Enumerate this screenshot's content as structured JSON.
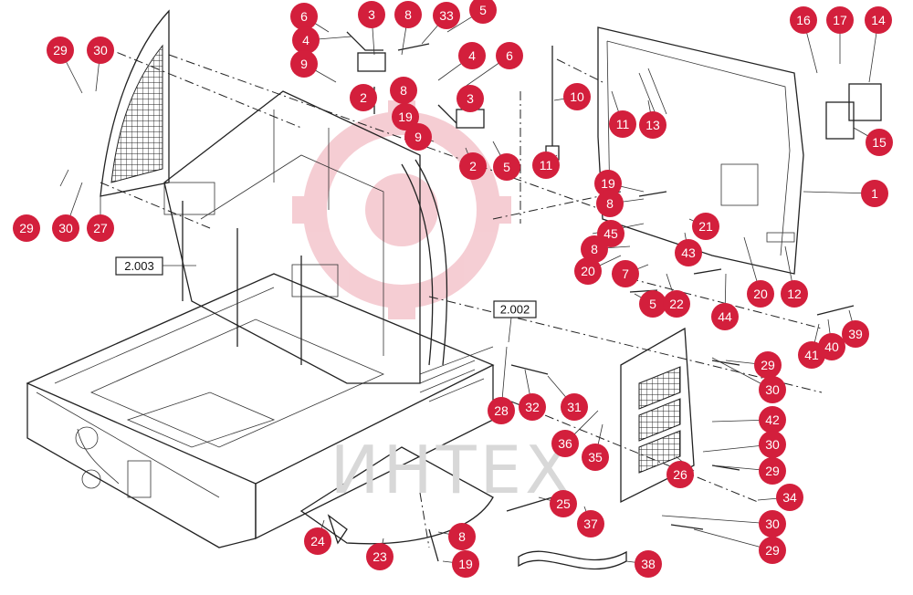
{
  "watermark": "ИНТЕХ",
  "brand_color": "#d31f3c",
  "refs": [
    {
      "id": "ref-2003",
      "label": "2.003"
    },
    {
      "id": "ref-2002",
      "label": "2.002"
    }
  ],
  "callouts": [
    "6",
    "3",
    "8",
    "33",
    "5",
    "4",
    "9",
    "2",
    "19",
    "8",
    "4",
    "6",
    "3",
    "9",
    "2",
    "5",
    "10",
    "11",
    "13",
    "11",
    "16",
    "17",
    "14",
    "15",
    "1",
    "29",
    "30",
    "29",
    "30",
    "27",
    "19",
    "8",
    "45",
    "8",
    "20",
    "7",
    "5",
    "22",
    "21",
    "43",
    "44",
    "20",
    "12",
    "41",
    "40",
    "39",
    "29",
    "30",
    "42",
    "30",
    "29",
    "26",
    "34",
    "30",
    "29",
    "28",
    "32",
    "31",
    "36",
    "35",
    "25",
    "37",
    "24",
    "23",
    "8",
    "19",
    "38"
  ]
}
